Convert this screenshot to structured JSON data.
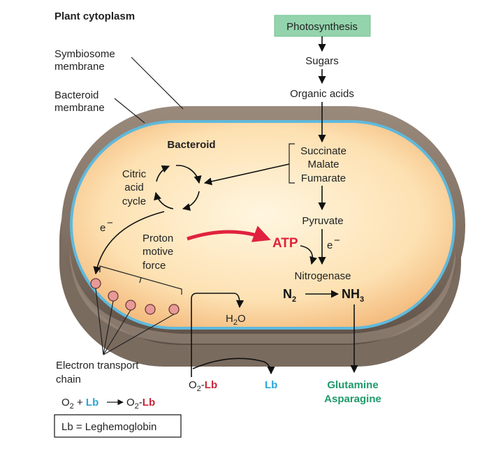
{
  "labels": {
    "plant_cytoplasm": "Plant cytoplasm",
    "symbiosome_line1": "Symbiosome",
    "symbiosome_line2": "membrane",
    "bacteroid_mem_line1": "Bacteroid",
    "bacteroid_mem_line2": "membrane",
    "bacteroid": "Bacteroid",
    "photosynthesis": "Photosynthesis",
    "sugars": "Sugars",
    "organic_acids": "Organic acids",
    "succinate": "Succinate",
    "malate": "Malate",
    "fumarate": "Fumarate",
    "citric1": "Citric",
    "citric2": "acid",
    "citric3": "cycle",
    "e_minus_left": "e",
    "e_minus_right": "e",
    "minus": "−",
    "pyruvate": "Pyruvate",
    "proton1": "Proton",
    "proton2": "motive",
    "proton3": "force",
    "atp": "ATP",
    "nitrogenase": "Nitrogenase",
    "n2_main": "N",
    "n2_sub": "2",
    "nh3_main": "NH",
    "nh3_sub": "3",
    "h2o_h": "H",
    "h2o_sub": "2",
    "h2o_o": "O",
    "etc_line1": "Electron transport",
    "etc_line2": "chain",
    "o2lb_o": "O",
    "o2lb_sub": "2",
    "o2lb_dash": "-",
    "o2lb_lb": "Lb",
    "lb": "Lb",
    "glutamine": "Glutamine",
    "asparagine": "Asparagine",
    "eq_o": "O",
    "eq_sub": "2",
    "eq_plus": " + ",
    "eq_lb": "Lb",
    "eq_o2": "O",
    "eq_sub2": "2",
    "eq_dash": "-",
    "eq_lb2": "Lb",
    "legend": "Lb = Leghemoglobin"
  },
  "colors": {
    "outer_membrane": "#8a7a6c",
    "bacteroid_membrane": "#5fb9dc",
    "cytoplasm_center": "#fff3d6",
    "cytoplasm_edge": "#f7c98f",
    "photosynthesis_box": "#94d4ad",
    "atp_arrow": "#e0223e",
    "lb_red": "#c8253a",
    "lb_blue": "#2aa6d8",
    "product_green": "#1e9a6a",
    "etc_dots": "#e79a97"
  }
}
